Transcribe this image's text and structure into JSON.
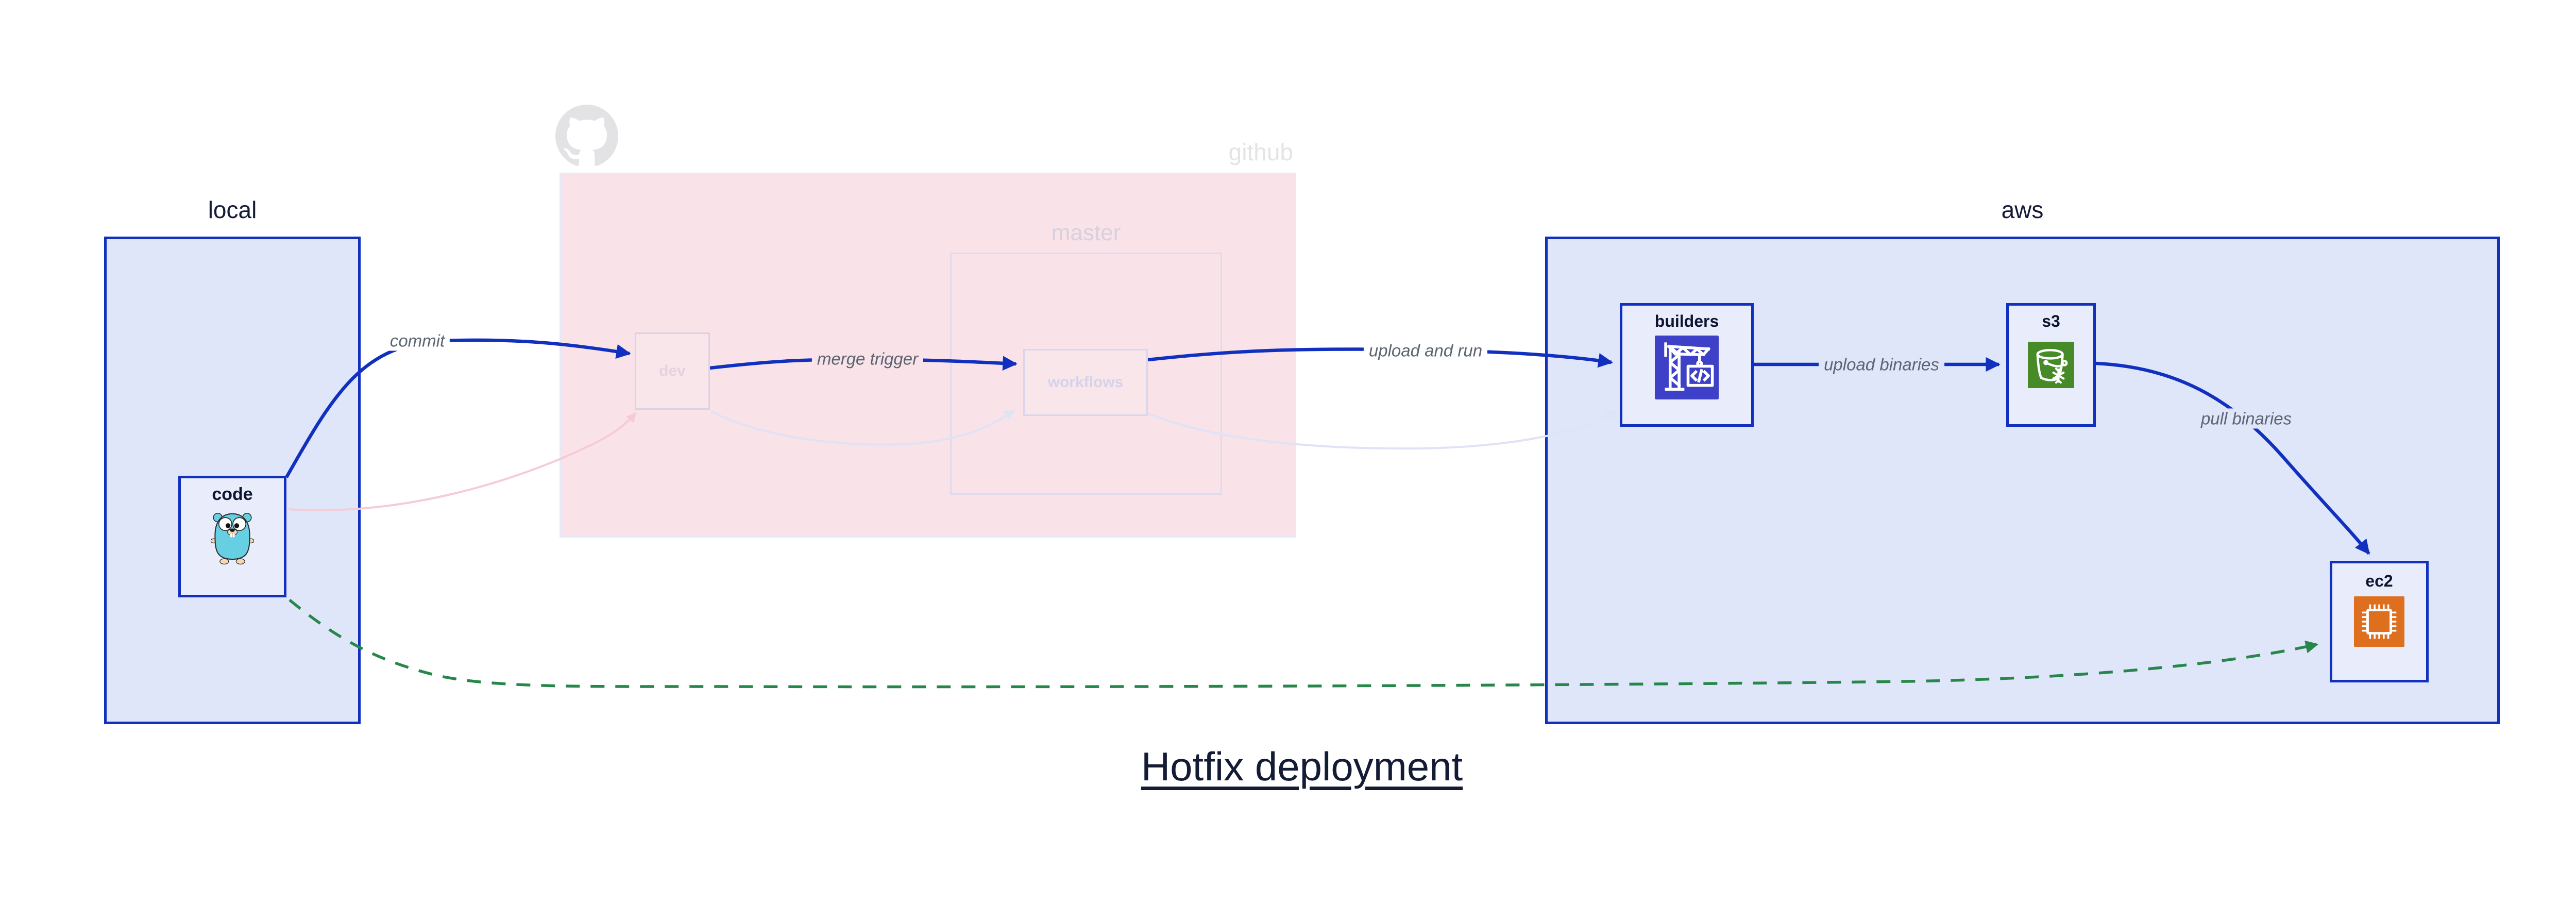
{
  "diagram": {
    "title": "Hotfix deployment",
    "groups": {
      "local": {
        "label": "local"
      },
      "github": {
        "label": "github",
        "master": {
          "label": "master"
        }
      },
      "aws": {
        "label": "aws"
      }
    },
    "nodes": {
      "code": {
        "label": "code",
        "icon": "go-gopher-icon"
      },
      "dev": {
        "label": "dev"
      },
      "workflows": {
        "label": "workflows"
      },
      "builders": {
        "label": "builders",
        "icon": "aws-codebuild-icon"
      },
      "s3": {
        "label": "s3",
        "icon": "aws-s3-glacier-bucket-icon"
      },
      "ec2": {
        "label": "ec2",
        "icon": "aws-ec2-chip-icon"
      }
    },
    "edges": {
      "commit": {
        "label": "commit",
        "from": "code",
        "to": "dev",
        "style": "solid-blue"
      },
      "merge_trigger": {
        "label": "merge trigger",
        "from": "dev",
        "to": "workflows",
        "style": "solid-blue"
      },
      "upload_and_run": {
        "label": "upload and run",
        "from": "workflows",
        "to": "builders",
        "style": "solid-blue"
      },
      "upload_binaries": {
        "label": "upload binaries",
        "from": "builders",
        "to": "s3",
        "style": "solid-blue"
      },
      "pull_binaries": {
        "label": "pull binaries",
        "from": "s3",
        "to": "ec2",
        "style": "solid-blue"
      },
      "hotfix_path": {
        "label": "",
        "from": "code",
        "to": "ec2",
        "style": "dashed-green"
      },
      "code_dev_faded": {
        "label": "",
        "from": "code",
        "to": "dev",
        "style": "faded-pink"
      },
      "dev_workflows_faded": {
        "label": "",
        "from": "dev",
        "to": "workflows",
        "style": "faded-lavender"
      },
      "workflows_builders_faded": {
        "label": "",
        "from": "workflows",
        "to": "builders",
        "style": "faded-lavender"
      }
    },
    "colors": {
      "arrow_blue": "#1130bf",
      "arrow_green": "#27874a",
      "arrow_faded_pink": "#f6cbd6",
      "arrow_faded_lavender": "#dfe3f5",
      "group_blue_fill": "#dfe6fa",
      "group_blue_border": "#1130bf",
      "github_pink_fill": "#f9e2e8",
      "node_fill": "#e9edfb",
      "faded_text_pink": "#e3d3dc",
      "faded_text_lavender": "#d6d3e8",
      "watermark_gray": "#e3e3e6",
      "codebuild_icon_bg": "#3e41c8",
      "s3_icon_bg": "#468b27",
      "ec2_icon_bg": "#dd6f1e",
      "gopher_teal": "#66cfe2",
      "edge_label_gray": "#5b6470",
      "dark_navy": "#131b35"
    }
  }
}
